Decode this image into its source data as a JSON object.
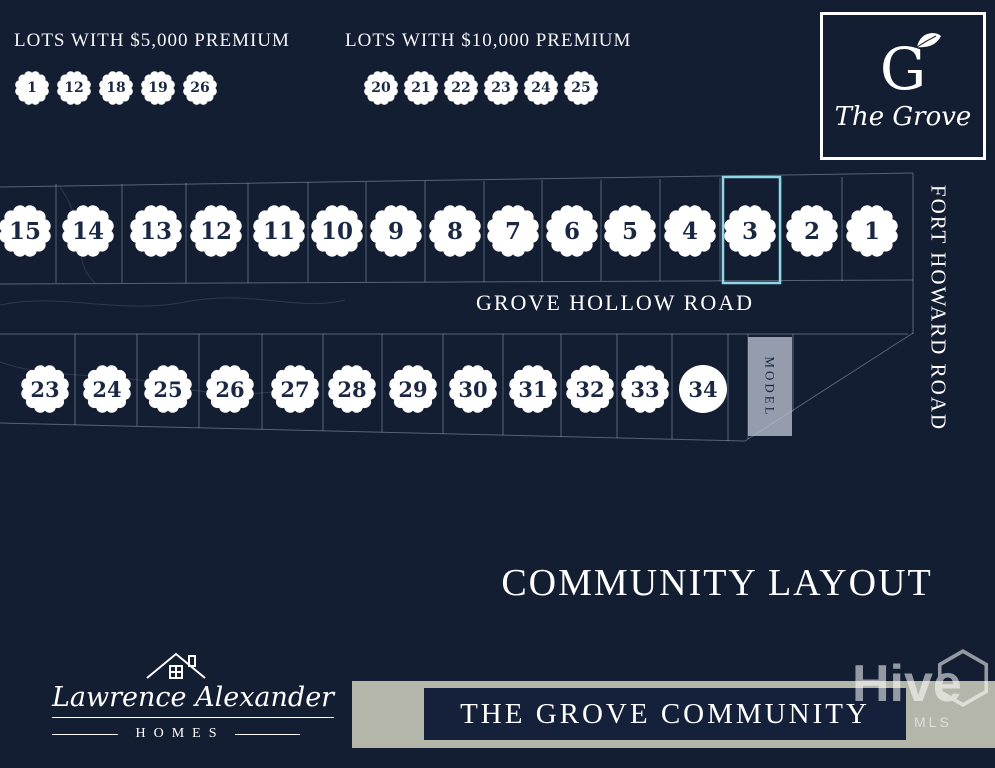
{
  "legend": {
    "premium_5k": {
      "title": "LOTS WITH $5,000 PREMIUM",
      "lots": [
        "1",
        "12",
        "18",
        "19",
        "26"
      ]
    },
    "premium_10k": {
      "title": "LOTS WITH $10,000 PREMIUM",
      "lots": [
        "20",
        "21",
        "22",
        "23",
        "24",
        "25"
      ]
    }
  },
  "brand": {
    "monogram": "G",
    "name": "The Grove"
  },
  "map": {
    "top_row": [
      "15",
      "14",
      "13",
      "12",
      "11",
      "10",
      "9",
      "8",
      "7",
      "6",
      "5",
      "4",
      "3",
      "2",
      "1"
    ],
    "bottom_row": [
      "23",
      "24",
      "25",
      "26",
      "27",
      "28",
      "29",
      "30",
      "31",
      "32",
      "33",
      "34"
    ],
    "model_label": "MODEL",
    "highlighted_lot": "3",
    "road_horizontal": "GROVE HOLLOW ROAD",
    "road_vertical": "FORT HOWARD ROAD"
  },
  "title": "COMMUNITY LAYOUT",
  "builder": {
    "script_name": "Lawrence Alexander",
    "homes": "HOMES"
  },
  "banner": {
    "text": "THE GROVE COMMUNITY"
  },
  "watermark": {
    "name": "Hive",
    "mls": "MLS"
  },
  "colors": {
    "background": "#141e33",
    "badge": "#ffffff",
    "badge_text": "#1b2844",
    "highlight": "#8ed7e4",
    "bar": "#b4b6aa",
    "banner_bg": "#15203a",
    "text": "#ffffff"
  }
}
